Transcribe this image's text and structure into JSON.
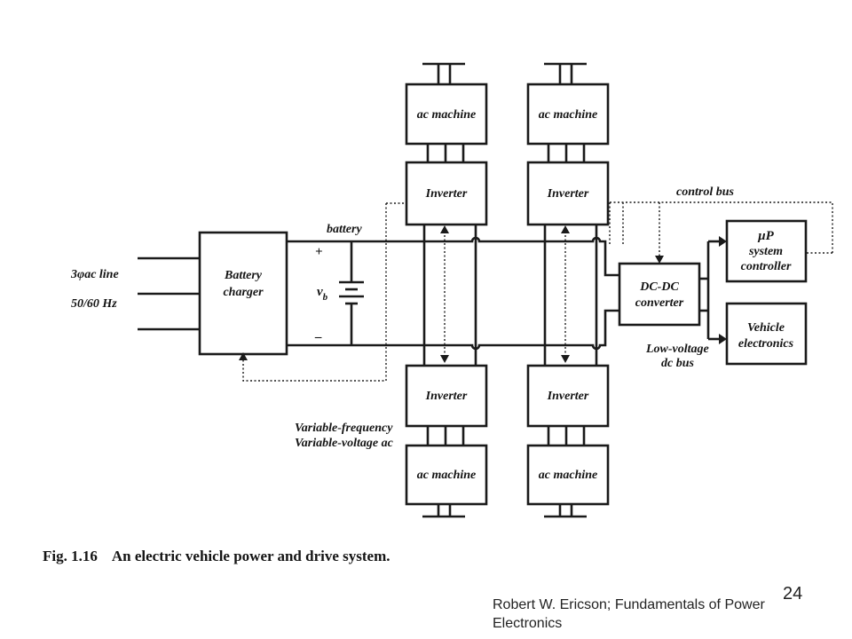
{
  "diagram": {
    "labels": {
      "ac_line": "3φac line",
      "freq": "50/60 Hz",
      "battery_charger_1": "Battery",
      "battery_charger_2": "charger",
      "battery": "battery",
      "plus": "+",
      "minus": "–",
      "vb": "v",
      "vb_sub": "b",
      "ac_machine": "ac machine",
      "inverter": "Inverter",
      "control_bus": "control bus",
      "dcdc_1": "DC-DC",
      "dcdc_2": "converter",
      "up_1": "μP",
      "up_2": "system",
      "up_3": "controller",
      "veh_1": "Vehicle",
      "veh_2": "electronics",
      "lv_1": "Low-voltage",
      "lv_2": "dc bus",
      "var_1": "Variable-frequency",
      "var_2": "Variable-voltage ac"
    }
  },
  "caption": {
    "fig": "Fig. 1.16",
    "text": "An electric vehicle power and drive system."
  },
  "footer": {
    "page_number": "24",
    "credit": "Robert W. Ericson; Fundamentals of Power Electronics"
  }
}
